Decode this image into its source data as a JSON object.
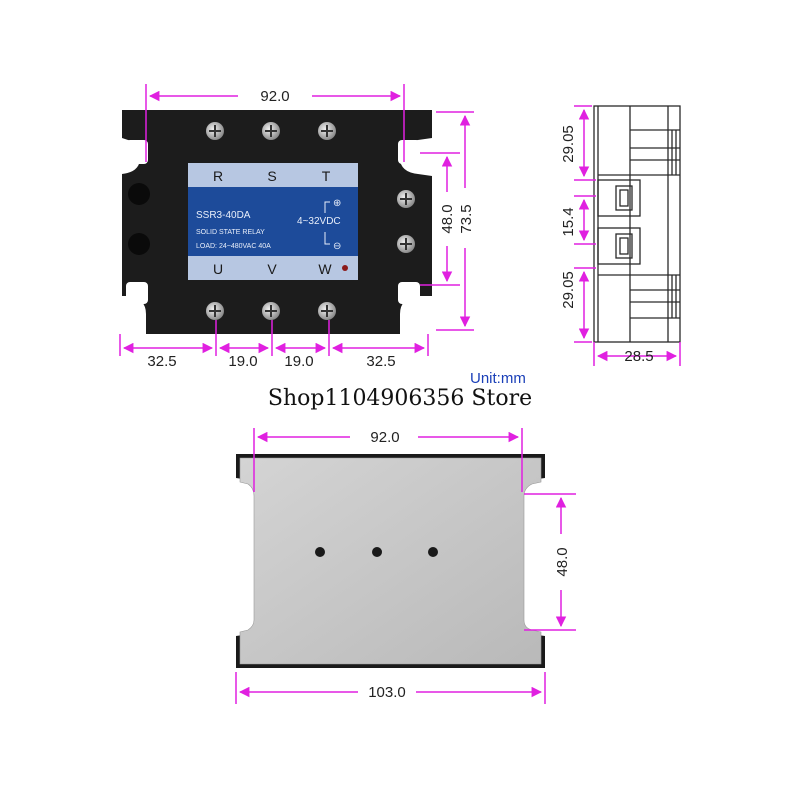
{
  "colors": {
    "dimension": "#e020e0",
    "relay_body": "#1c1c1c",
    "label_panel": "#1d4b9a",
    "plate": "#c8c8c8"
  },
  "relay_front": {
    "top_terminals": [
      "R",
      "S",
      "T"
    ],
    "bottom_terminals": [
      "U",
      "V",
      "W"
    ],
    "model": "SSR3-40DA",
    "subtitle": "SOLID STATE RELAY",
    "load": "LOAD: 24~480VAC 40A",
    "control": "4~32VDC",
    "plus_symbol": "⊕",
    "minus_symbol": "⊖"
  },
  "dimensions": {
    "front_width": "92.0",
    "front_inner_height": "48.0",
    "front_total_height": "73.5",
    "bottom_left": "32.5",
    "bottom_mid_1": "19.0",
    "bottom_mid_2": "19.0",
    "bottom_right": "32.5",
    "side_top": "29.05",
    "side_mid": "15.4",
    "side_bottom": "29.05",
    "side_depth": "28.5",
    "back_width": "92.0",
    "back_height": "48.0",
    "back_total_width": "103.0"
  },
  "store_name": "Shop1104906356 Store",
  "unit": "Unit:mm"
}
